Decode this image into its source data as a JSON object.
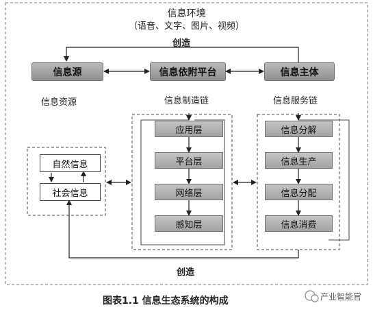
{
  "environment": {
    "title": "信息环境",
    "subtitle": "（语音、文字、图片、视频）"
  },
  "top_create_label": "创造",
  "bottom_create_label": "创造",
  "main_nodes": {
    "source": "信息源",
    "platform": "信息依附平台",
    "subject": "信息主体"
  },
  "section_labels": {
    "resource": "信息资源",
    "manufacture_chain": "信息制造链",
    "service_chain": "信息服务链"
  },
  "resource_items": [
    "自然信息",
    "社会信息"
  ],
  "manufacture_layers": [
    "应用层",
    "平台层",
    "网络层",
    "感知层"
  ],
  "service_steps": [
    "信息分解",
    "信息生产",
    "信息分配",
    "信息消费"
  ],
  "caption": "图表1.1  信息生态系统的构成",
  "watermark": "产业智能官"
}
